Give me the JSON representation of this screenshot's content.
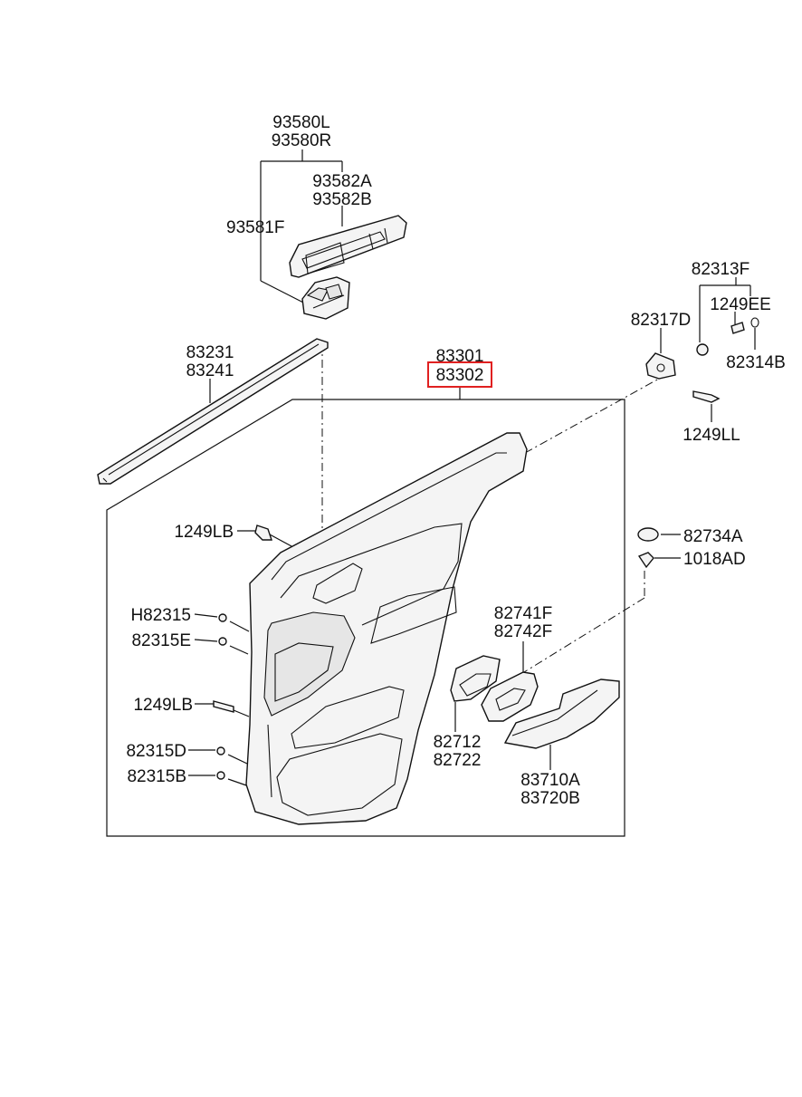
{
  "labels": {
    "l93580": "93580L",
    "r93580": "93580R",
    "a93582": "93582A",
    "b93582": "93582B",
    "f93581": "93581F",
    "p83231": "83231",
    "p83241": "83241",
    "p83301": "83301",
    "p83302": "83302",
    "f82313": "82313F",
    "d82317": "82317D",
    "ee1249": "1249EE",
    "b82314": "82314B",
    "ll1249": "1249LL",
    "lb1249a": "1249LB",
    "lb1249b": "1249LB",
    "a82734": "82734A",
    "ad1018": "1018AD",
    "h82315": "H82315",
    "e82315": "82315E",
    "d82315": "82315D",
    "b82315": "82315B",
    "f82741": "82741F",
    "f82742": "82742F",
    "p82712": "82712",
    "p82722": "82722",
    "a83710": "83710A",
    "b83720": "83720B"
  },
  "highlight": {
    "part": "83302",
    "color": "#e02020"
  }
}
